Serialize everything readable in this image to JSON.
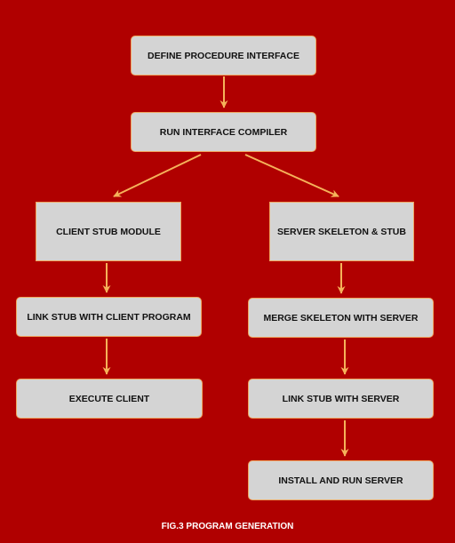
{
  "colors": {
    "background": "#b00000",
    "box_fill": "#d4d4d4",
    "box_border": "#f0a560",
    "arrow": "#f5b25a"
  },
  "nodes": {
    "define_interface": "DEFINE PROCEDURE INTERFACE",
    "run_compiler": "RUN INTERFACE COMPILER",
    "client_stub_module": "CLIENT STUB MODULE",
    "server_skeleton_stub": "SERVER SKELETON & STUB",
    "link_stub_client": "LINK STUB WITH CLIENT PROGRAM",
    "merge_skeleton_server": "MERGE SKELETON WITH SERVER",
    "execute_client": "EXECUTE CLIENT",
    "link_stub_server": "LINK STUB WITH SERVER",
    "install_run_server": "INSTALL AND RUN SERVER"
  },
  "caption": "FIG.3 PROGRAM GENERATION"
}
